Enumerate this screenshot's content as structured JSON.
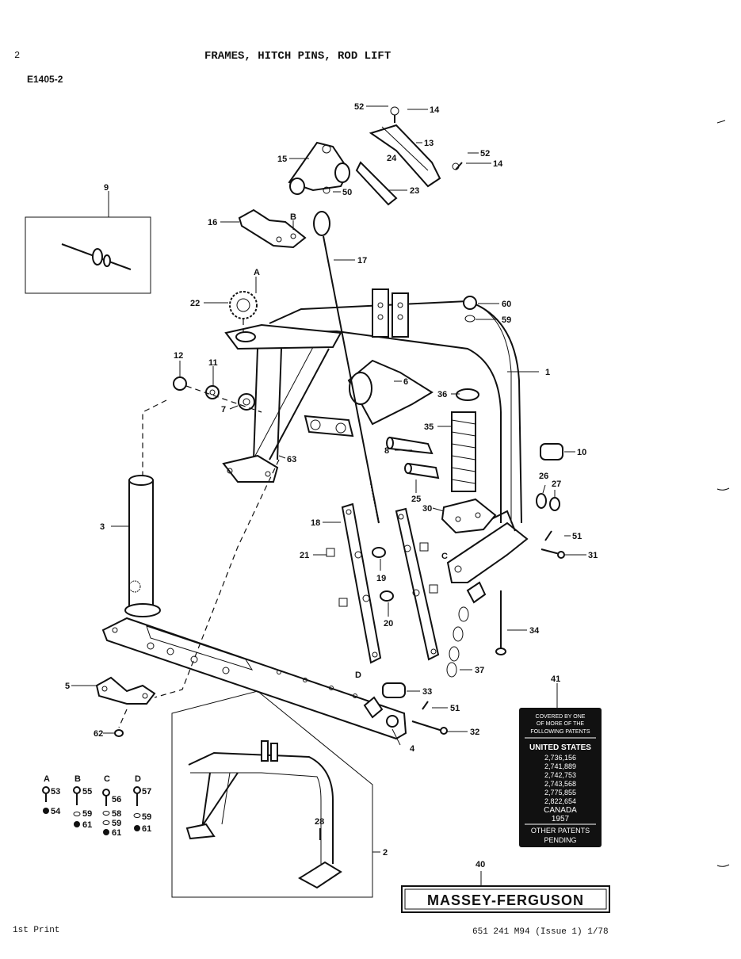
{
  "header": {
    "page_number": "2",
    "title": "FRAMES, HITCH PINS, ROD LIFT",
    "figure_code": "E1405-2"
  },
  "footer": {
    "left": "1st Print",
    "right": "651 241 M94 (Issue 1) 1/78"
  },
  "callouts": {
    "c1": "1",
    "c2": "2",
    "c3": "3",
    "c4": "4",
    "c5": "5",
    "c6": "6",
    "c7": "7",
    "c8": "8",
    "c9": "9",
    "c10": "10",
    "c11": "11",
    "c12": "12",
    "c13": "13",
    "c14a": "14",
    "c14b": "14",
    "c15": "15",
    "c16": "16",
    "c17": "17",
    "c18": "18",
    "c19": "19",
    "c20": "20",
    "c21": "21",
    "c22": "22",
    "c23": "23",
    "c24": "24",
    "c25": "25",
    "c26": "26",
    "c27": "27",
    "c28": "28",
    "c30": "30",
    "c31": "31",
    "c32": "32",
    "c33": "33",
    "c34": "34",
    "c35": "35",
    "c36": "36",
    "c37": "37",
    "c40": "40",
    "c41": "41",
    "c50": "50",
    "c51a": "51",
    "c51b": "51",
    "c52a": "52",
    "c52b": "52",
    "c59": "59",
    "c60": "60",
    "c62": "62",
    "c63": "63"
  },
  "refs": {
    "A": "A",
    "B": "B",
    "C": "C",
    "D": "D"
  },
  "hardware_legend": [
    {
      "group": "A",
      "items": [
        "53",
        "54"
      ]
    },
    {
      "group": "B",
      "items": [
        "55",
        "59",
        "61"
      ]
    },
    {
      "group": "C",
      "items": [
        "56",
        "58",
        "59",
        "61"
      ]
    },
    {
      "group": "D",
      "items": [
        "57",
        "59",
        "61"
      ]
    }
  ],
  "patent_plate": {
    "line1": "COVERED BY ONE",
    "line2": "OF MORE OF THE",
    "line3": "FOLLOWING PATENTS",
    "country1": "UNITED STATES",
    "patents": [
      "2,736,156",
      "2,741,889",
      "2,742,753",
      "2,743,568",
      "2,775,855",
      "2,822,654"
    ],
    "country2": "CANADA",
    "year": "1957",
    "other1": "OTHER PATENTS",
    "other2": "PENDING"
  },
  "logo": {
    "text": "MASSEY-FERGUSON"
  }
}
